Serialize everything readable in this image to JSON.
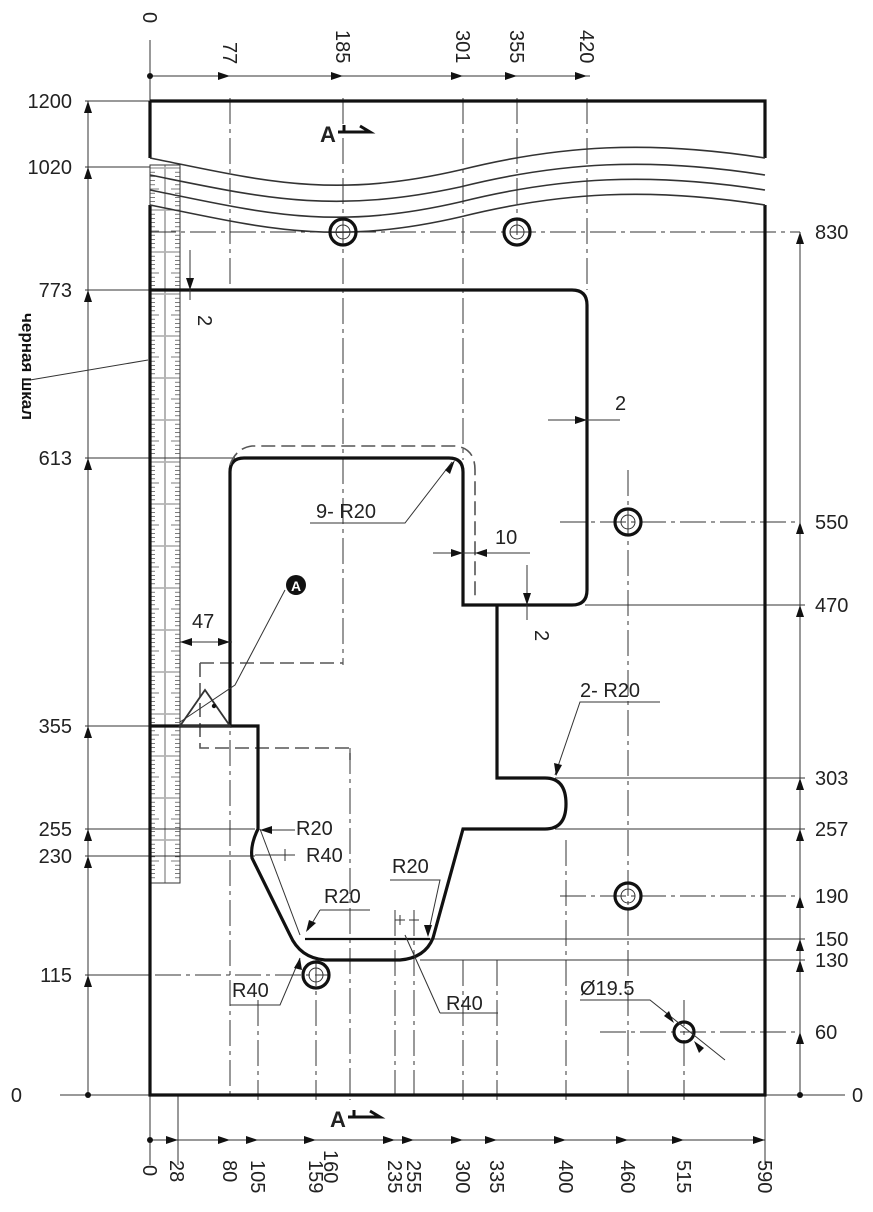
{
  "top_dimensions": [
    "0",
    "77",
    "185",
    "301",
    "355",
    "420"
  ],
  "bottom_dimensions": [
    "0",
    "28",
    "80",
    "105",
    "159",
    "160",
    "235",
    "255",
    "300",
    "335",
    "400",
    "460",
    "515",
    "590"
  ],
  "left_dimensions": [
    "1200",
    "1020",
    "773",
    "613",
    "355",
    "255",
    "230",
    "115",
    "0"
  ],
  "right_dimensions": [
    "830",
    "550",
    "470",
    "303",
    "257",
    "190",
    "150",
    "130",
    "60",
    "0"
  ],
  "section_mark": "A",
  "ruler_label": "черная шкал",
  "callout_label": "A",
  "annotations": {
    "gap_2_left": "2",
    "gap_2_right": "2",
    "gap_2_bottom": "2",
    "dim_10": "10",
    "dim_47": "47",
    "r9": "9- R20",
    "r2": "2- R20",
    "r20_a": "R20",
    "r40_a": "R40",
    "r20_b": "R20",
    "r20_c": "R20",
    "r40_b": "R40",
    "r40_c": "R40",
    "dia": "Ø19.5"
  },
  "colors": {
    "line": "#111111",
    "thin": "#333333",
    "background": "#ffffff"
  }
}
